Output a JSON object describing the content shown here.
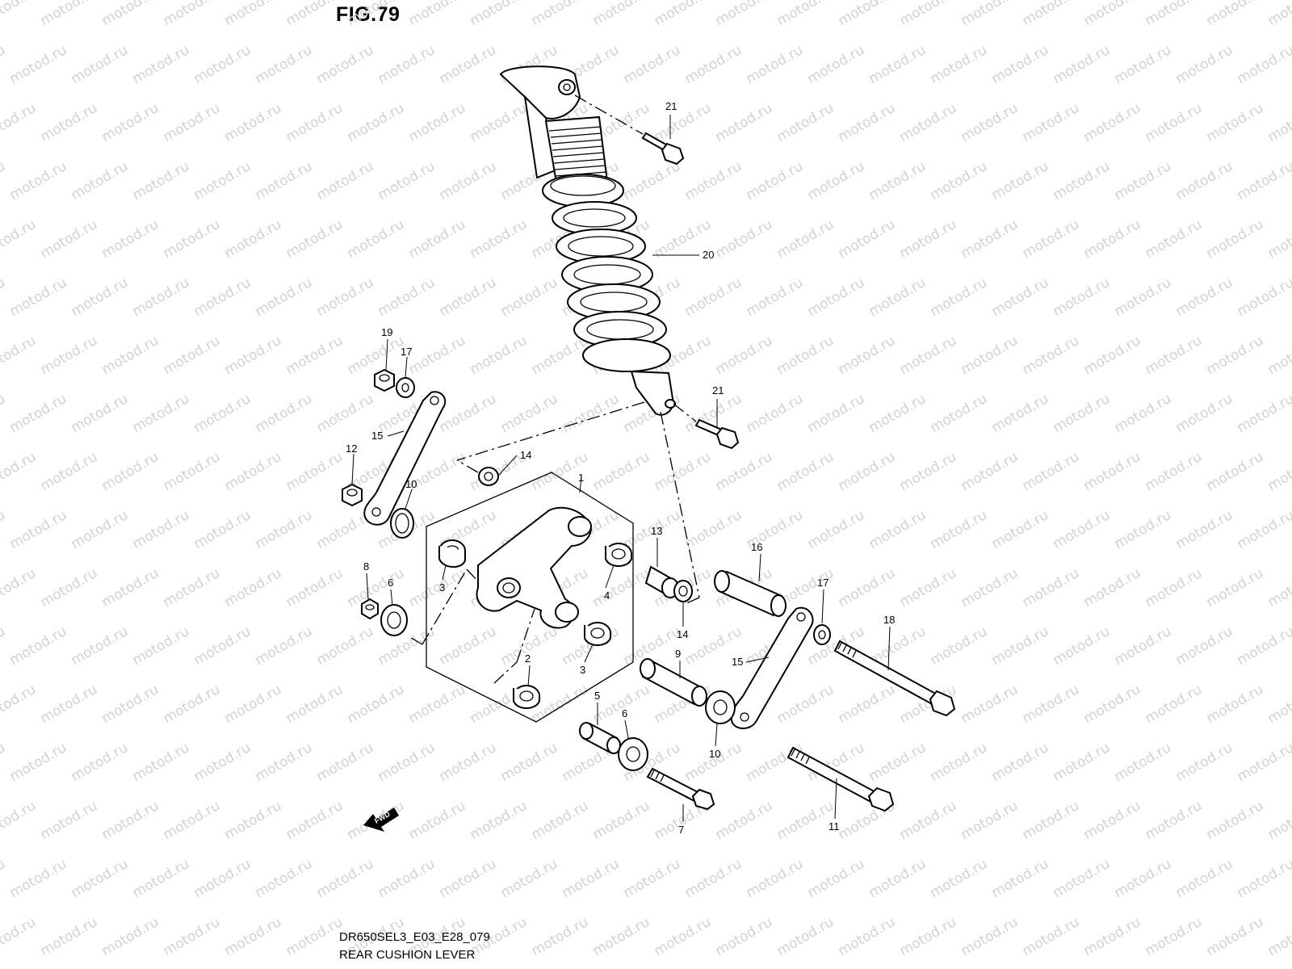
{
  "figure": {
    "title": "FIG.79"
  },
  "caption": {
    "code": "DR650SEL3_E03_E28_079",
    "name": "REAR CUSHION LEVER"
  },
  "watermark": {
    "text": "motod.ru",
    "color": "#d2d2d2"
  },
  "fwd_arrow": {
    "text": "FWD"
  },
  "callouts": {
    "c1": "1",
    "c2": "2",
    "c3a": "3",
    "c3b": "3",
    "c4": "4",
    "c5": "5",
    "c6a": "6",
    "c6b": "6",
    "c7": "7",
    "c8": "8",
    "c9": "9",
    "c10a": "10",
    "c10b": "10",
    "c11": "11",
    "c12": "12",
    "c13": "13",
    "c14a": "14",
    "c14b": "14",
    "c15a": "15",
    "c15b": "15",
    "c16": "16",
    "c17a": "17",
    "c17b": "17",
    "c18": "18",
    "c19": "19",
    "c20": "20",
    "c21a": "21",
    "c21b": "21"
  }
}
